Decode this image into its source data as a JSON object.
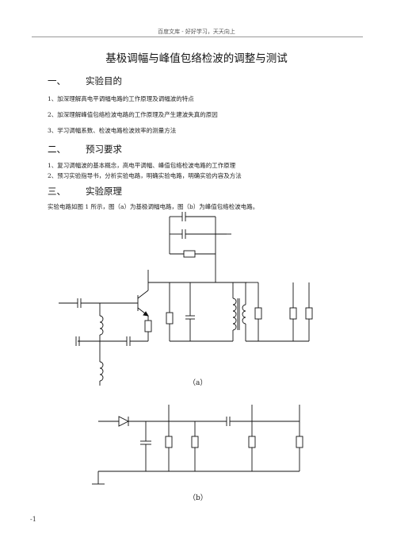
{
  "header": {
    "text": "百度文库 - 好好学习，天天向上"
  },
  "title": "基极调幅与峰值包络检波的调整与测试",
  "sections": [
    {
      "number": "一、",
      "heading": "实验目的",
      "items": [
        "1、加深理解高电平调幅电路的工作原理及调幅波的特点",
        "2、加深理解峰值包络检波电路的工作原理及产生建波失真的原因",
        "3、学习调幅系数、检波电路检波效率的测量方法"
      ]
    },
    {
      "number": "二、",
      "heading": "预习要求",
      "items": [
        "1、复习调幅波的基本概念，高电平调幅、峰值包络检波电路的工作原理",
        "2、预习实验指导书，分析实验电路，明确实验电路，明确实验内容及方法"
      ]
    },
    {
      "number": "三、",
      "heading": "实验原理",
      "items": [
        "实验电路如图 1 所示，图（a）为基极调幅电路，图（b）为峰值包络检波电路。"
      ]
    }
  ],
  "figures": {
    "a_caption": "（a）",
    "b_caption": "（b）"
  },
  "footer": {
    "page": "-1"
  }
}
